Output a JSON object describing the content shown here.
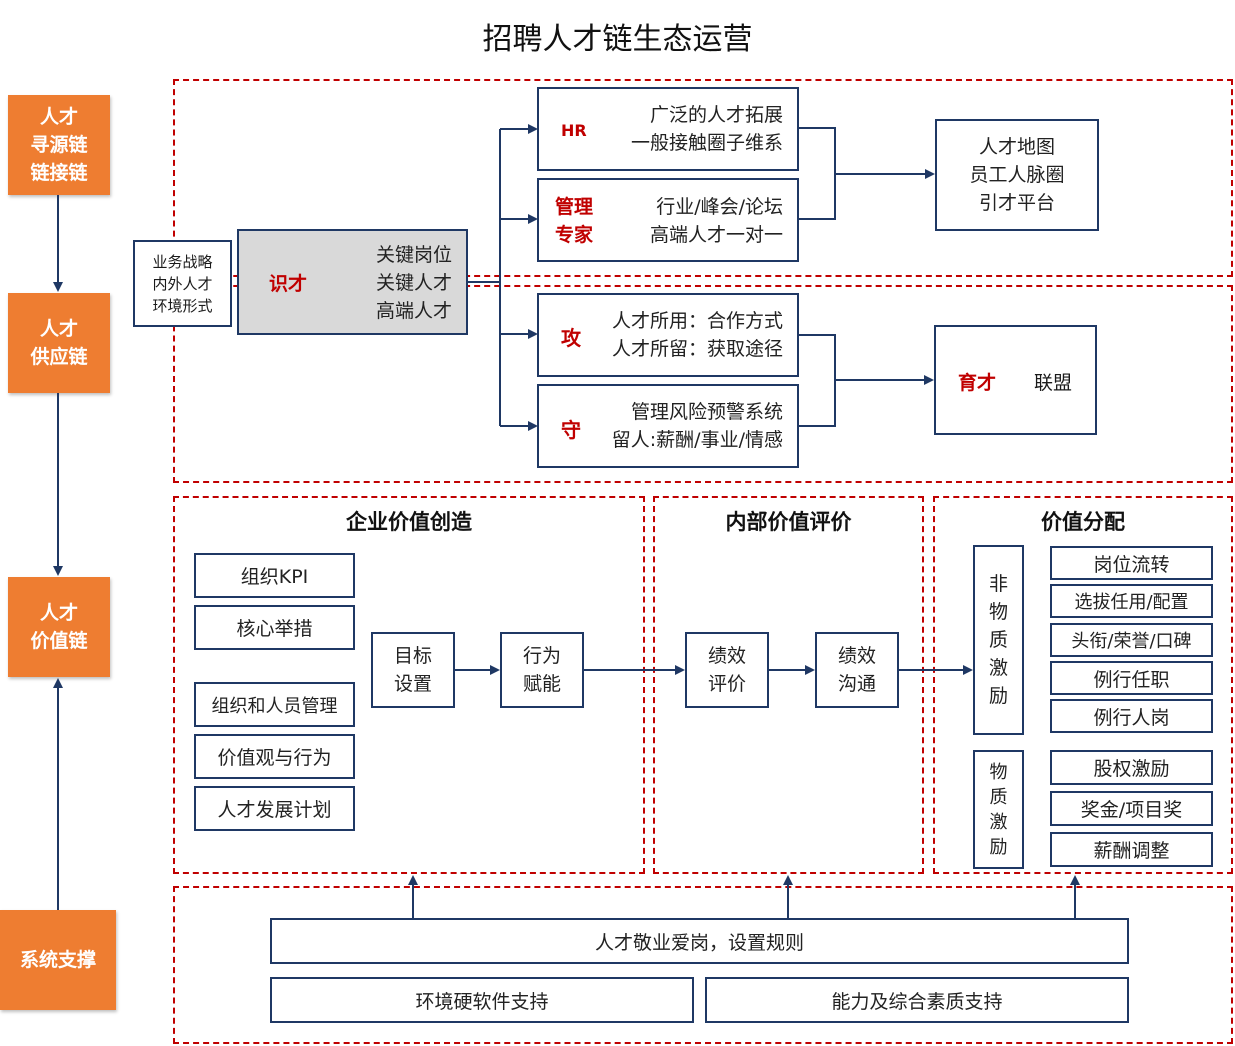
{
  "title": "招聘人才链生态运营",
  "colors": {
    "orange": "#ee7d31",
    "red": "#c00000",
    "navy": "#1f3864",
    "gray": "#d9d9d9"
  },
  "side": {
    "sourcing": [
      "人才",
      "寻源链",
      "链接链"
    ],
    "supply": [
      "人才",
      "供应链"
    ],
    "value": [
      "人才",
      "价值链"
    ],
    "support": "系统支撑"
  },
  "strategy": [
    "业务战略",
    "内外人才",
    "环境形式"
  ],
  "identify": {
    "label": "识才",
    "lines": [
      "关键岗位",
      "关键人才",
      "高端人才"
    ]
  },
  "hr": {
    "label": "HR",
    "lines": [
      "广泛的人才拓展",
      "一般接触圈子维系"
    ]
  },
  "expert": {
    "label": [
      "管理",
      "专家"
    ],
    "lines": [
      "行业/峰会/论坛",
      "高端人才一对一"
    ]
  },
  "talent_map": [
    "人才地图",
    "员工人脉圈",
    "引才平台"
  ],
  "attack": {
    "label": "攻",
    "lines": [
      "人才所用：合作方式",
      "人才所留：获取途径"
    ]
  },
  "defend": {
    "label": "守",
    "lines": [
      "管理风险预警系统",
      "留人:薪酬/事业/情感"
    ]
  },
  "nurture": {
    "label": "育才",
    "text": "联盟"
  },
  "enterprise": {
    "title": "企业价值创造",
    "items_top": [
      "组织KPI",
      "核心举措"
    ],
    "items_bottom": [
      "组织和人员管理",
      "价值观与行为",
      "人才发展计划"
    ],
    "goal": [
      "目标",
      "设置"
    ],
    "behavior": [
      "行为",
      "赋能"
    ]
  },
  "internal": {
    "title": "内部价值评价",
    "eval": [
      "绩效",
      "评价"
    ],
    "comm": [
      "绩效",
      "沟通"
    ]
  },
  "distribution": {
    "title": "价值分配",
    "nonmaterial": [
      "非",
      "物",
      "质",
      "激",
      "励"
    ],
    "material": [
      "物",
      "质",
      "激",
      "励"
    ],
    "nonmaterial_items": [
      "岗位流转",
      "选拔任用/配置",
      "头衔/荣誉/口碑",
      "例行任职",
      "例行人岗"
    ],
    "material_items": [
      "股权激励",
      "奖金/项目奖",
      "薪酬调整"
    ]
  },
  "support": {
    "row1": "人才敬业爱岗，设置规则",
    "row2a": "环境硬软件支持",
    "row2b": "能力及综合素质支持"
  }
}
